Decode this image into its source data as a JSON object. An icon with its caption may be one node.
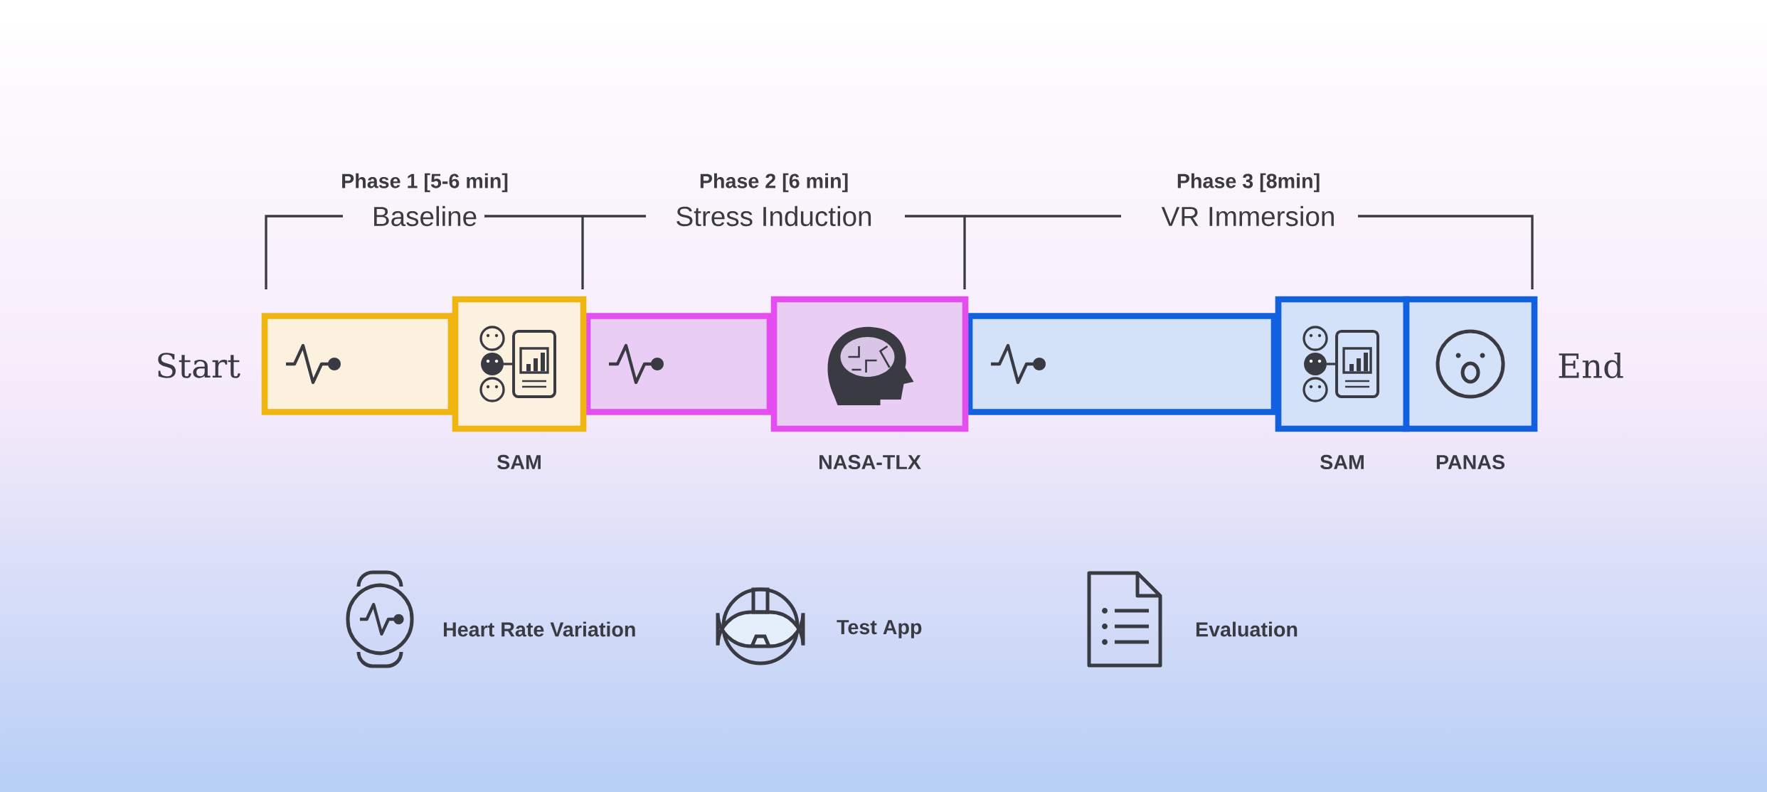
{
  "diagram": {
    "nodes": [
      {
        "text": [],
        "shape": "bar"
      },
      {
        "text": [],
        "shape": "box",
        "beside": [
          "SAM"
        ]
      },
      {
        "text": [],
        "shape": "bar"
      },
      {
        "text": [],
        "shape": "box",
        "beside": [
          "NASA-TLX"
        ]
      },
      {
        "text": [],
        "shape": "bar"
      },
      {
        "text": [],
        "shape": "box",
        "beside": [
          "SAM"
        ]
      },
      {
        "text": [],
        "shape": "box",
        "beside": [
          "PANAS"
        ]
      }
    ],
    "labels": [
      "Phase 1 [5-6 min]",
      "Baseline",
      "Phase 2 [6 min]",
      "Stress Induction",
      "Phase 3 [8min]",
      "VR Immersion",
      "Start",
      "End",
      "Heart Rate Variation",
      "Test App",
      "Evaluation"
    ]
  }
}
